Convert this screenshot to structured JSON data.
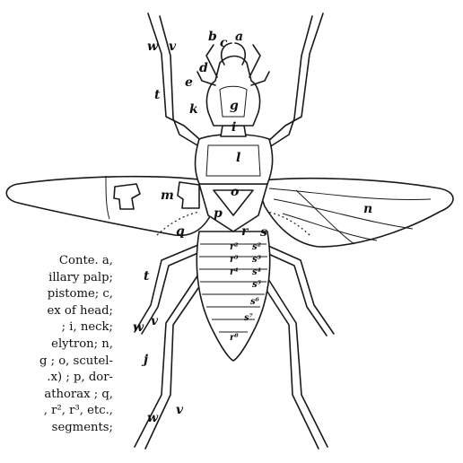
{
  "labels": {
    "a": "a",
    "b": "b",
    "c": "c",
    "d": "d",
    "e": "e",
    "g": "g",
    "i": "i",
    "k": "k",
    "l": "l",
    "m": "m",
    "n": "n",
    "o": "o",
    "p": "p",
    "q": "q",
    "r": "r",
    "s": "s",
    "r2": "r²",
    "r3": "r³",
    "r4": "r⁴",
    "r8": "r⁸",
    "s2": "s²",
    "s3": "s³",
    "s4": "s⁴",
    "s5": "s⁵",
    "s6": "s⁶",
    "s7": "s⁷",
    "t": "t",
    "v": "v",
    "w": "w",
    "j": "j"
  },
  "caption": [
    "Conte.  a,",
    "illary palp;",
    "pistome;  c,",
    "ex of head;",
    ";   i,  neck;",
    "elytron;  n,",
    "g ;  o, scutel-",
    ".x) ;  p, dor-",
    "athorax ;  q,",
    ", r², r³, etc.,",
    "segments;",
    ""
  ]
}
